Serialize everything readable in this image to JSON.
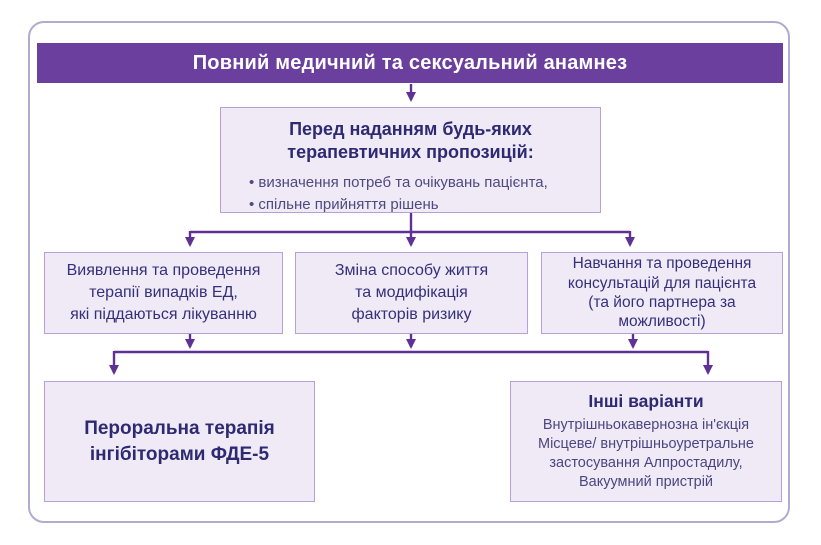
{
  "header": {
    "title": "Повний медичний та сексуальний анамнез"
  },
  "intro": {
    "title": "Перед наданням будь-яких\nтерапевтичних пропозицій:",
    "bullets": [
      "визначення потреб та очікувань пацієнта,",
      "спільне прийняття рішень"
    ]
  },
  "branches": [
    {
      "text": "Виявлення та проведення\nтерапії випадків ЕД,\nякі піддаються лікуванню"
    },
    {
      "text": "Зміна способу життя\nта модифікація\nфакторів ризику"
    },
    {
      "text": "Навчання та проведення\nконсультацій для пацієнта\n(та його партнера за\nможливості)"
    }
  ],
  "outcomes": {
    "oral_therapy": {
      "text": "Пероральна терапія\nінгібіторами ФДЕ-5"
    },
    "other_options": {
      "title": "Інші варіанти",
      "text": "Внутрішньокавернозна ін'єкція\nМісцеве/ внутрішньоуретральне\nзастосування Алпростадилу,\nВакуумний пристрій"
    }
  },
  "colors": {
    "header_bg": "#6B3F9E",
    "box_bg": "#EFEAF6",
    "box_border": "#B5A1D6",
    "connector": "#5E3192",
    "title_text": "#2E2A72",
    "body_text": "#4C4680",
    "card_border": "#AFACCE"
  }
}
